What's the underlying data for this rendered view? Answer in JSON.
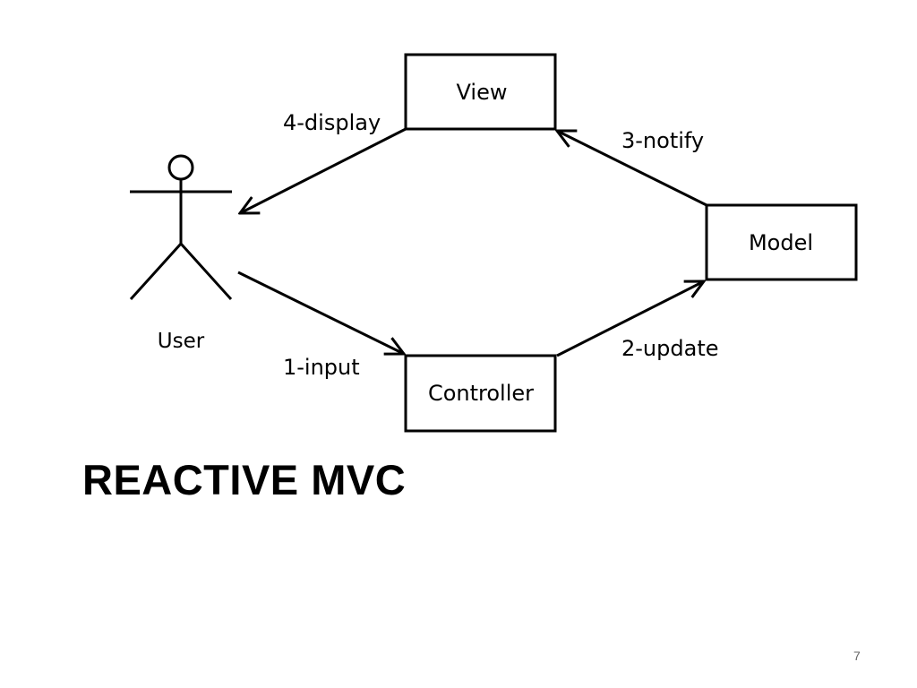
{
  "slide": {
    "title": "REACTIVE MVC",
    "page_number": "7"
  },
  "diagram": {
    "actor": {
      "label": "User"
    },
    "nodes": {
      "view": "View",
      "model": "Model",
      "controller": "Controller"
    },
    "edges": {
      "input": "1-input",
      "update": "2-update",
      "notify": "3-notify",
      "display": "4-display"
    }
  }
}
